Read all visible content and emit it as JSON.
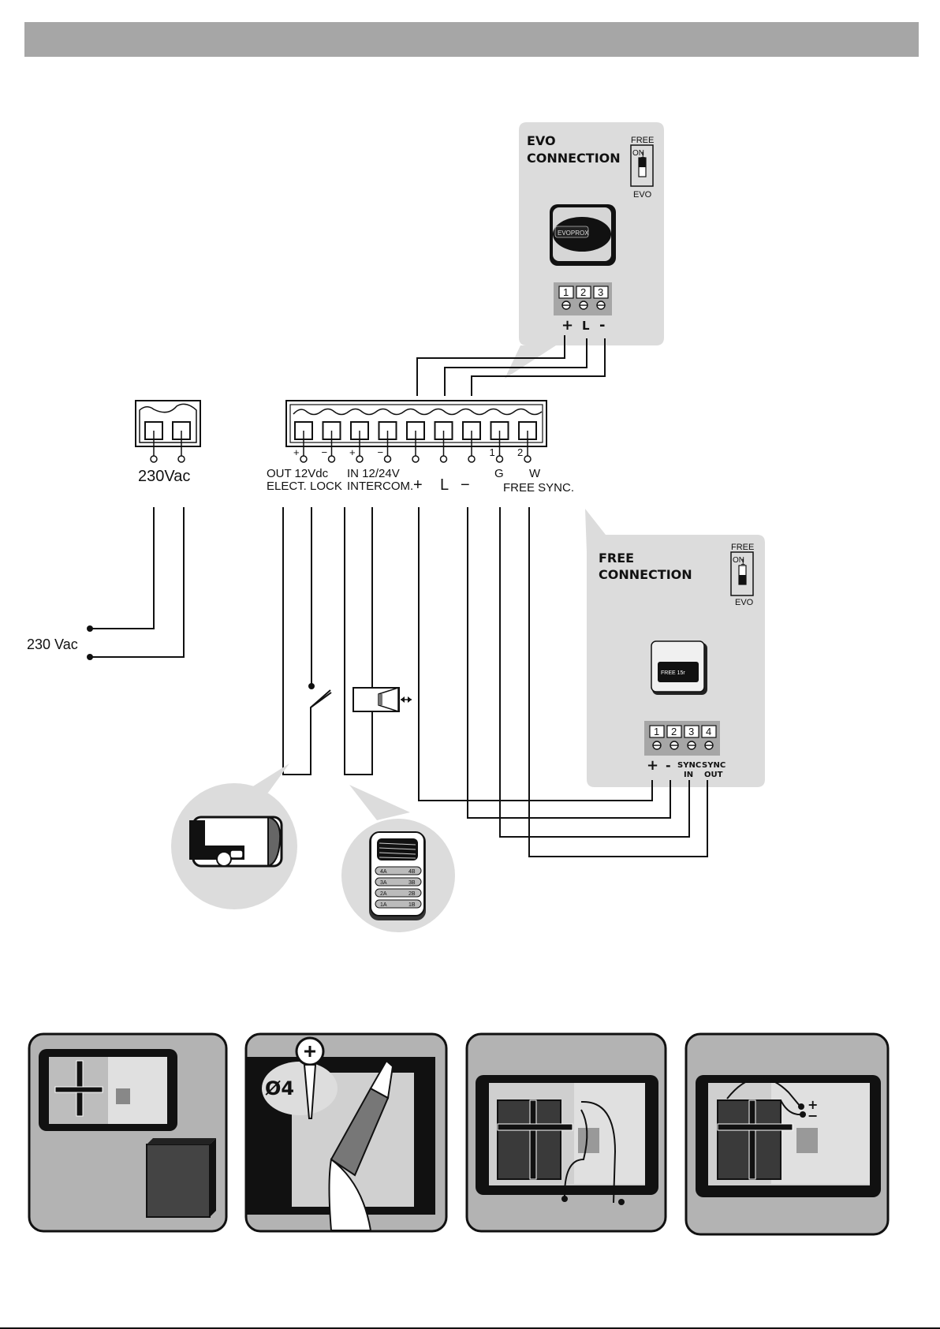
{
  "evo_panel": {
    "title_line1": "EVO",
    "title_line2": "CONNECTION",
    "dip_top": "FREE",
    "dip_bottom": "EVO",
    "dip_on": "ON",
    "dip_number": "1",
    "dip_position": "free",
    "reader_label": "EVOPROX",
    "terminals": [
      "1",
      "2",
      "3"
    ],
    "terminal_labels": [
      "+",
      "L",
      "-"
    ]
  },
  "free_panel": {
    "title_line1": "FREE",
    "title_line2": "CONNECTION",
    "dip_top": "FREE",
    "dip_bottom": "EVO",
    "dip_on": "ON",
    "dip_number": "1",
    "dip_position": "evo",
    "reader_label": "FREE 15r",
    "terminals": [
      "1",
      "2",
      "3",
      "4"
    ],
    "terminal_labels": [
      "+",
      "-",
      "SYNC",
      "SYNC"
    ],
    "terminal_sublabels": [
      "",
      "",
      "IN",
      "OUT"
    ]
  },
  "power_block": {
    "label": "230Vac",
    "supply_label": "230 Vac"
  },
  "main_block": {
    "polarity": [
      "+",
      "−",
      "+",
      "−",
      "",
      "",
      "",
      "1",
      "2"
    ],
    "group_top": [
      "OUT 12Vdc",
      "IN 12/24V",
      "G",
      "W"
    ],
    "group_bottom": [
      "ELECT. LOCK",
      "INTERCOM.",
      "+",
      "L",
      "−",
      "FREE SYNC."
    ]
  },
  "intercom_keys": [
    {
      "a": "4A",
      "b": "4B"
    },
    {
      "a": "3A",
      "b": "3B"
    },
    {
      "a": "2A",
      "b": "2B"
    },
    {
      "a": "1A",
      "b": "1B"
    }
  ],
  "install_steps": {
    "drill_size": "Ø4",
    "battery_plus": "+",
    "battery_minus": "−"
  },
  "colors": {
    "header": "#a6a6a6",
    "panel": "#dcdcdc",
    "step_bg": "#b3b3b3",
    "ink": "#111111"
  }
}
